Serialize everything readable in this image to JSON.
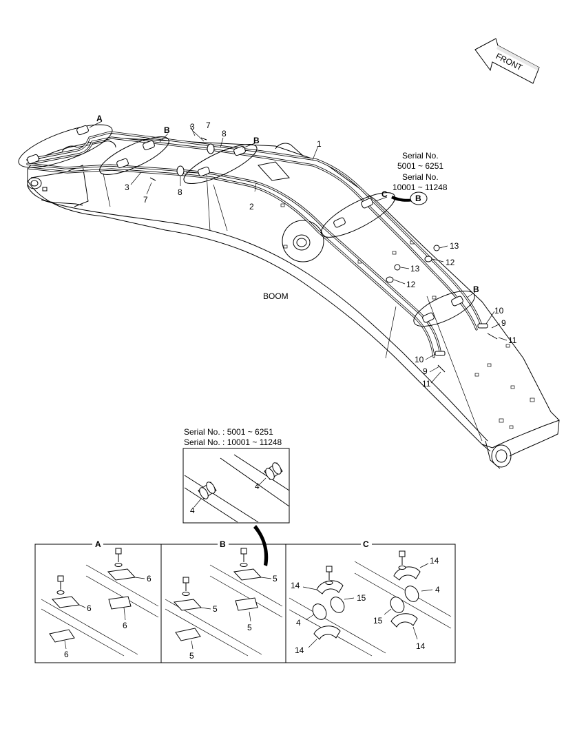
{
  "front_label": "FRONT",
  "boom_label": "BOOM",
  "serial_main": {
    "line1": "Serial No.",
    "line2": "5001 ~ 6251",
    "line3": "Serial No.",
    "line4": "10001 ~ 11248"
  },
  "serial_detail": {
    "line1": "Serial No. : 5001 ~ 6251",
    "line2": "Serial No. : 10001 ~ 11248"
  },
  "ref_b_badge": "B",
  "section_labels": {
    "a": "A",
    "b": "B",
    "c": "C"
  },
  "callouts_main": {
    "p1": "1",
    "p2": "2",
    "p3a": "3",
    "p3b": "3",
    "p7a": "7",
    "p7b": "7",
    "p8a": "8",
    "p8b": "8",
    "p9a": "9",
    "p9b": "9",
    "p10a": "10",
    "p10b": "10",
    "p11a": "11",
    "p11b": "11",
    "p12a": "12",
    "p12b": "12",
    "p13a": "13",
    "p13b": "13",
    "zone_a": "A",
    "zone_b1": "B",
    "zone_b2": "B",
    "zone_b3": "B",
    "zone_c": "C"
  },
  "callouts_detail": {
    "serial_4a": "4",
    "serial_4b": "4",
    "a_6a": "6",
    "a_6b": "6",
    "a_6c": "6",
    "a_6d": "6",
    "b_5a": "5",
    "b_5b": "5",
    "b_5c": "5",
    "b_5d": "5",
    "c_14a": "14",
    "c_14b": "14",
    "c_14c": "14",
    "c_14d": "14",
    "c_4a": "4",
    "c_4b": "4",
    "c_15a": "15",
    "c_15b": "15"
  }
}
